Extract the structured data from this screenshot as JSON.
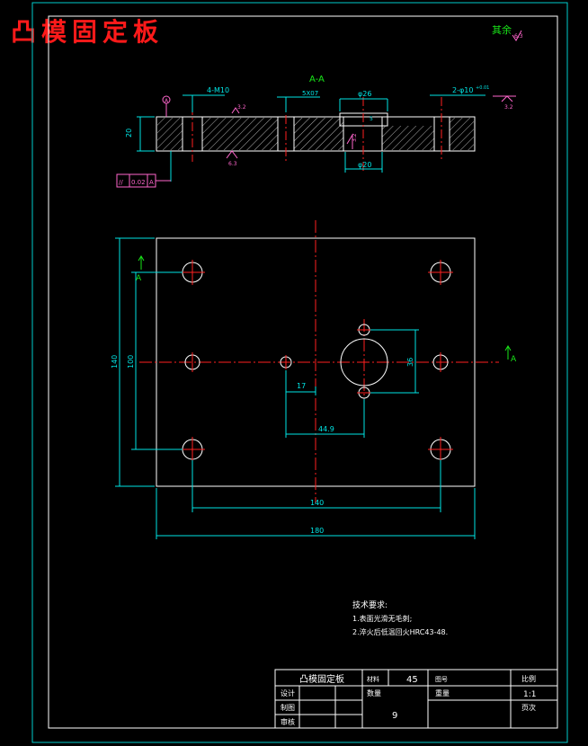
{
  "title_overlay": "凸模固定板",
  "colors": {
    "background": "#000000",
    "frame": "#00cccc",
    "outline": "#ffffff",
    "dimension": "#00e5e5",
    "centerline": "#ff2020",
    "hatch": "#ffffff",
    "roughness": "#ff66cc",
    "green": "#19e619",
    "yellow": "#ffff66",
    "title_red": "#ff1a1a"
  },
  "roughness_note": {
    "label": "其余",
    "value": "6.3"
  },
  "section": {
    "label": "A-A",
    "callouts": [
      "4-M10",
      "5X07",
      "φ26",
      "2-φ10",
      "φ20"
    ],
    "tolerance_tag": "+0.01",
    "height": "20",
    "step_depth": "5",
    "roughness": [
      "3.2",
      "6.3",
      "3.2",
      "3.2"
    ],
    "datum": "A",
    "geometric_tolerance": {
      "symbol": "//",
      "value": "0.02",
      "datum": "A"
    }
  },
  "plan": {
    "section_mark": "A",
    "dims": {
      "height_outer": "140",
      "height_inner": "100",
      "bore_span": "36",
      "offset_a": "17",
      "offset_b": "44.9",
      "width_inner": "140",
      "width_outer": "180"
    }
  },
  "notes": {
    "heading": "技术要求:",
    "items": [
      "1.表面光滑无毛刺;",
      "2.淬火后低温回火HRC43-48."
    ]
  },
  "titleblock": {
    "part_name": "凸模固定板",
    "material_label": "材料",
    "material": "45",
    "drawing_no_label": "图号",
    "scale_label": "比例",
    "scale": "1:1",
    "designer_label": "设计",
    "quantity_label": "数量",
    "weight_label": "重量",
    "drafter_label": "制图",
    "reviewer_label": "审核",
    "sheet_label": "页次",
    "sheet_value": "9"
  }
}
